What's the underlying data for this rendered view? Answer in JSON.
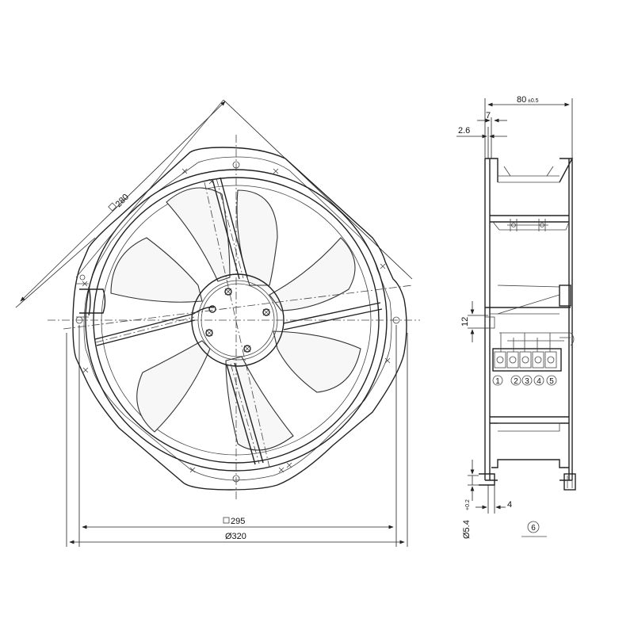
{
  "front_view": {
    "dim_diag": "280",
    "dim_width": "295",
    "dim_diameter": "Ø320"
  },
  "side_view": {
    "dim_depth_main": "80",
    "dim_depth_tol": "±0.5",
    "dim_7": "7",
    "dim_2_6": "2.6",
    "dim_12": "12",
    "dim_4": "4",
    "dim_hole_main": "Ø5.4",
    "dim_hole_tol": "+0.2",
    "terminals": [
      "1",
      "2",
      "3",
      "4",
      "5"
    ],
    "ref_6": "6"
  }
}
